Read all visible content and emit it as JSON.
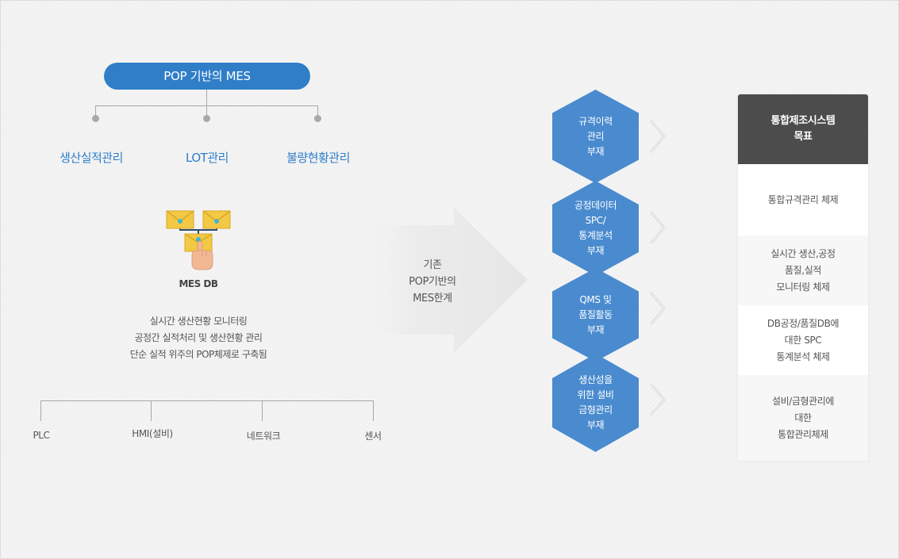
{
  "left": {
    "title": "POP 기반의 MES",
    "top_items": [
      "생산실적관리",
      "LOT관리",
      "불량현황관리"
    ],
    "db_label": "MES DB",
    "description": [
      "실시간 생산현황 모니터링",
      "공정간 실적처리 및 생산현황 관리",
      "단순 실적 위주의 POP체제로 구축됨"
    ],
    "bottom_items": [
      "PLC",
      "HMI(설비)",
      "네트워크",
      "센서"
    ]
  },
  "arrow": {
    "lines": [
      "기존",
      "POP기반의",
      "MES한계"
    ]
  },
  "hexagons": [
    {
      "lines": [
        "규격이력",
        "관리",
        "부재"
      ]
    },
    {
      "lines": [
        "공정데이터",
        "SPC/",
        "통계분석",
        "부재"
      ]
    },
    {
      "lines": [
        "QMS 및",
        "품질활동",
        "부재"
      ]
    },
    {
      "lines": [
        "생산성을",
        "위한 설비",
        "금형관리",
        "부재"
      ]
    }
  ],
  "goals": {
    "header": [
      "통합제조시스템",
      "목표"
    ],
    "rows": [
      {
        "lines": [
          "통합규격관리 체제"
        ]
      },
      {
        "lines": [
          "실시간 생산,공정",
          "품질,실적",
          "모니터링 체제"
        ]
      },
      {
        "lines": [
          "DB공정/품질DB에",
          "대한 SPC",
          "통계분석 체제"
        ]
      },
      {
        "lines": [
          "설비/금형관리에",
          "대한",
          "통합관리체제"
        ]
      }
    ]
  },
  "colors": {
    "accent_blue": "#2f7ec7",
    "hex_blue": "#4a8bcf",
    "header_dark": "#4c4c4c",
    "envelope_yellow": "#f3c844"
  },
  "icons": [
    "envelope-icon",
    "hand-pointer-icon",
    "chevron-right-icon",
    "big-arrow-icon"
  ]
}
